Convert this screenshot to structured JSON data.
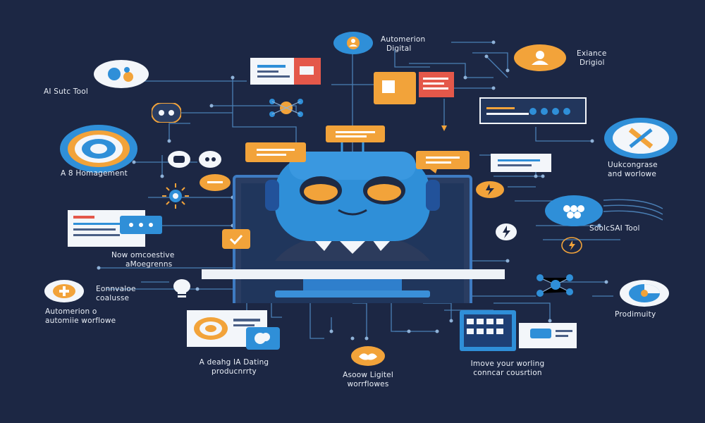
{
  "colors": {
    "background": "#1c2744",
    "blue": "#2f8fd8",
    "orange": "#f2a33a",
    "white": "#f3f6fa",
    "red": "#e4584a",
    "wire": "#4a7fb5"
  },
  "labels": {
    "top_center": [
      "Automerion",
      "Digital"
    ],
    "top_right": [
      "Exiance",
      "Drigiol"
    ],
    "left_1": "AI Sutc Tool",
    "left_2": "A 8 Homagement",
    "left_3": [
      "Now omcoestive",
      "aMoegrenns"
    ],
    "left_4": [
      "Eonnvaloe",
      "coalusse"
    ],
    "left_5": [
      "Automerion o",
      "automiie worflowe"
    ],
    "right_1": [
      "Uukcongrase",
      "and worlowe"
    ],
    "right_2": "SoolcSAI Tool",
    "right_3": "Prodimuity",
    "bottom_left": [
      "A deahg IA Dating",
      "producnrrty"
    ],
    "bottom_center": [
      "Asoow Ligitel",
      "worrflowes"
    ],
    "bottom_right": [
      "Imove your worling",
      "conncar cousrtion"
    ]
  },
  "icons": [
    "analytics-icon",
    "target-icon",
    "gear-network-icon",
    "plus-icon",
    "robot-icon",
    "document-icon",
    "chat-bubble-icon",
    "checkmark-icon",
    "lightning-icon",
    "people-icon",
    "tools-icon",
    "moon-toggle-icon",
    "user-icon",
    "handshake-icon",
    "dashboard-icon",
    "bulb-icon"
  ]
}
